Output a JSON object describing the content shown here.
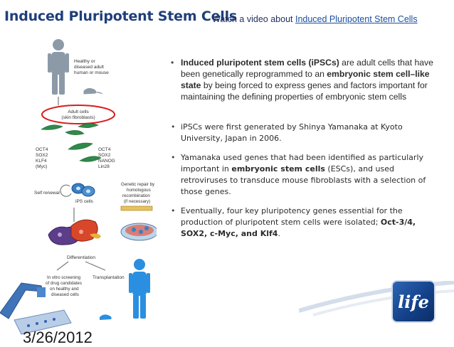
{
  "header": {
    "title": "Induced Pluripotent Stem Cells",
    "video_prefix": "Watch a video about ",
    "video_link": "Induced Pluripotent Stem Cells"
  },
  "figure": {
    "source_label_1": "Healthy or",
    "source_label_2": "diseased adult",
    "source_label_3": "human or mouse",
    "adult_cells_1": "Adult cells",
    "adult_cells_2": "(skin fibroblasts)",
    "factors_left": [
      "OCT4",
      "SOX2",
      "KLF4",
      "(Myc)"
    ],
    "factors_right": [
      "OCT4",
      "SOX2",
      "NANOG",
      "Lin28"
    ],
    "self_renewal": "Self renewal",
    "ips_cells": "iPS cells",
    "repair_1": "Genetic repair by",
    "repair_2": "homologous",
    "repair_3": "recombination",
    "repair_4": "(if necessary)",
    "differentiation": "Differentiation",
    "screening_1": "In vitro screening",
    "screening_2": "of drug candidates",
    "screening_3": "on healthy and",
    "screening_4": "diseased cells",
    "transplantation": "Transplantation"
  },
  "bullets": {
    "b1_term": "Induced pluripotent stem cells (iPSCs)",
    "b1_mid": " are adult cells that have been genetically reprogrammed to an ",
    "b1_term2": "embryonic stem cell–like state",
    "b1_end": " by being forced to express genes and factors important for maintaining the defining properties of embryonic stem cells",
    "b2": "iPSCs were first generated by Shinya Yamanaka at Kyoto University, Japan in 2006.",
    "b3_start": "Yamanaka used genes that had been identified as particularly important in ",
    "b3_term": "embryonic stem cells",
    "b3_end": " (ESCs), and used retroviruses to transduce mouse fibroblasts with a selection of those genes.",
    "b4_start": "Eventually, four key pluripotency genes essential for the production of pluripotent stem cells were isolated; ",
    "b4_term": "Oct-3/4, SOX2, c-Myc, and Klf4",
    "b4_end": "."
  },
  "footer": {
    "date": "3/26/2012",
    "logo_text": "life"
  }
}
